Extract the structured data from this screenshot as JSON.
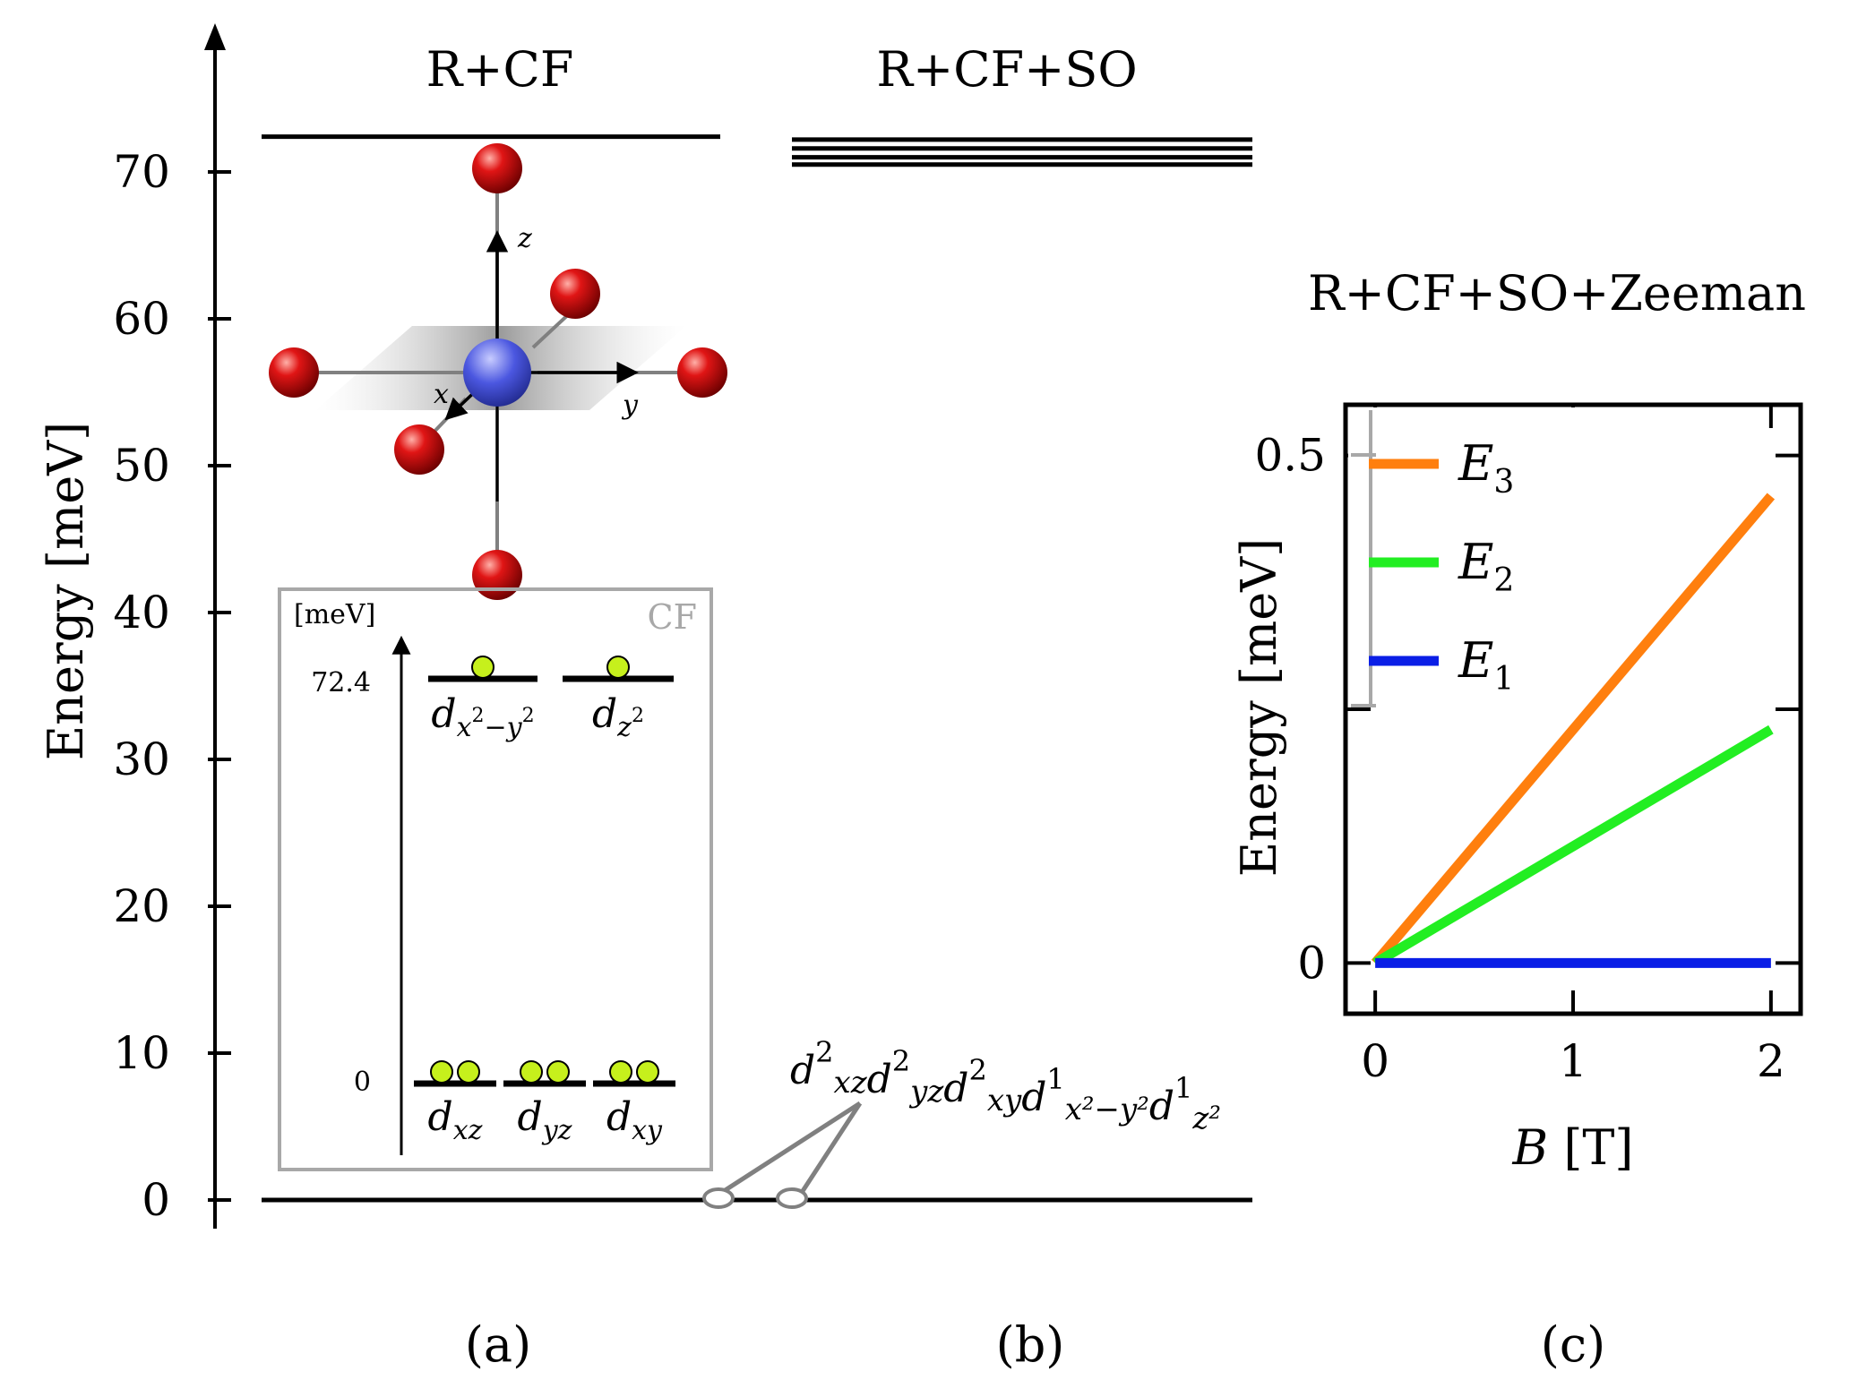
{
  "panels": [
    {
      "label": "(a)",
      "title": "R+CF",
      "ylabel": "Energy [meV]",
      "y_ticks": [
        "0",
        "10",
        "20",
        "30",
        "40",
        "50",
        "60",
        "70"
      ],
      "levels_meV": [
        0,
        72.4
      ],
      "inset": {
        "title": "CF",
        "unit": "[meV]",
        "ticks": [
          "72.4",
          "0"
        ],
        "upper": [
          {
            "base": "d",
            "sub": "x",
            "sup": "2",
            "rest": "−y",
            "rest_sup": "2",
            "electrons": 1
          },
          {
            "base": "d",
            "sub": "z",
            "sup": "2",
            "rest": "",
            "rest_sup": "",
            "electrons": 1
          }
        ],
        "lower": [
          {
            "base": "d",
            "sub": "xz",
            "electrons": 2
          },
          {
            "base": "d",
            "sub": "yz",
            "electrons": 2
          },
          {
            "base": "d",
            "sub": "xy",
            "electrons": 2
          }
        ]
      },
      "molecule_axes": {
        "x": "x",
        "y": "y",
        "z": "z"
      }
    },
    {
      "label": "(b)",
      "title": "R+CF+SO",
      "levels_meV": [
        0,
        70.5,
        71.0,
        71.6,
        72.2
      ],
      "configuration": "d²xz d²yz d²xy d¹x²−y² d¹z²",
      "config_terms": [
        {
          "base": "d",
          "sup": "2",
          "sub": "xz"
        },
        {
          "base": "d",
          "sup": "2",
          "sub": "yz"
        },
        {
          "base": "d",
          "sup": "2",
          "sub": "xy"
        },
        {
          "base": "d",
          "sup": "1",
          "sub": "x²−y²"
        },
        {
          "base": "d",
          "sup": "1",
          "sub": "z²"
        }
      ]
    },
    {
      "label": "(c)",
      "title": "R+CF+SO+Zeeman",
      "xlabel": "T",
      "xlabel_var": "B",
      "ylabel": "Energy [meV]",
      "x_ticks": [
        "0",
        "1",
        "2"
      ],
      "y_ticks": [
        "0",
        "0.5"
      ]
    }
  ],
  "colors": {
    "E3": "#ff7f0e",
    "E2": "#22ee22",
    "E1": "#0a1ee6",
    "inset_border": "#a8a8a8",
    "ligand": "#cc1111",
    "metal": "#4b57e0",
    "electron": "#c6f01c"
  },
  "chart_data": [
    {
      "type": "line",
      "title": "R+CF",
      "ylabel": "Energy [meV]",
      "ylim": [
        -2,
        78
      ],
      "levels": [
        0,
        72.4
      ]
    },
    {
      "type": "line",
      "title": "R+CF+SO",
      "levels": [
        0,
        70.5,
        71.0,
        71.6,
        72.2
      ]
    },
    {
      "type": "line",
      "title": "R+CF+SO+Zeeman",
      "xlabel": "B [T]",
      "ylabel": "Energy [meV]",
      "xlim": [
        -0.15,
        2.15
      ],
      "ylim": [
        -0.05,
        0.55
      ],
      "x": [
        0,
        2
      ],
      "series": [
        {
          "name": "E3",
          "label_base": "E",
          "label_sub": "3",
          "values": [
            0,
            0.46
          ]
        },
        {
          "name": "E2",
          "label_base": "E",
          "label_sub": "2",
          "values": [
            0,
            0.23
          ]
        },
        {
          "name": "E1",
          "label_base": "E",
          "label_sub": "1",
          "values": [
            0,
            0
          ]
        }
      ]
    }
  ]
}
